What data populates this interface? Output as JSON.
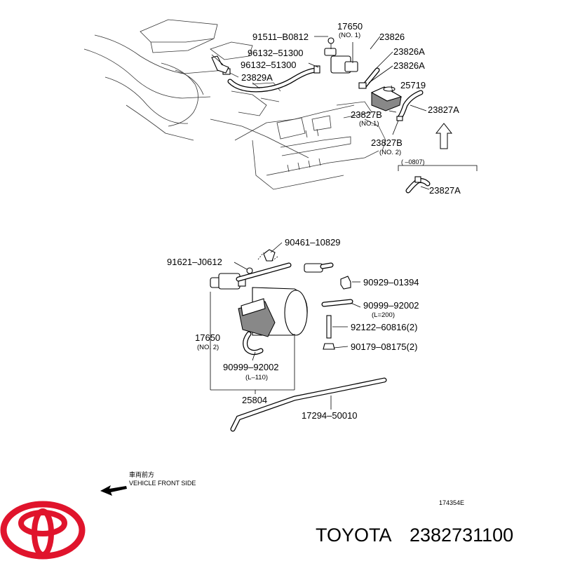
{
  "labels": {
    "p17650_top": "17650",
    "p17650_top_no": "(NO. 1)",
    "p91511": "91511–B0812",
    "p96132a": "96132–51300",
    "p96132b": "96132–51300",
    "p23829A": "23829A",
    "p23826": "23826",
    "p23826A_1": "23826A",
    "p23826A_2": "23826A",
    "p25719": "25719",
    "p23827B_1": "23827B",
    "p23827B_1_no": "(NO.1)",
    "p23827A_1": "23827A",
    "p23827B_2": "23827B",
    "p23827B_2_no": "(NO. 2)",
    "range_note": "(      –0807)",
    "p23827A_2": "23827A",
    "p90461": "90461–10829",
    "p91621": "91621–J0612",
    "p90929": "90929–01394",
    "p90999a": "90999–92002",
    "p90999a_len": "(L=200)",
    "p92122": "92122–60816(2)",
    "p17650_bot": "17650",
    "p17650_bot_no": "(NO. 2)",
    "p90179": "90179–08175(2)",
    "p90999b": "90999–92002",
    "p90999b_len": "(L–110)",
    "p25804": "25804",
    "p17294": "17294–50010",
    "front_jp": "車両前方",
    "front_en": "VEHICLE FRONT SIDE",
    "drawing_no": "174354E"
  },
  "footer": {
    "brand": "TOYOTA",
    "part_number": "2382731100"
  },
  "colors": {
    "logo_red": "#e0142c",
    "ink": "#000000"
  },
  "icons": {
    "logo": "toyota-logo-icon",
    "arrow_front": "arrow-left-icon",
    "arrow_up": "arrow-up-icon"
  }
}
